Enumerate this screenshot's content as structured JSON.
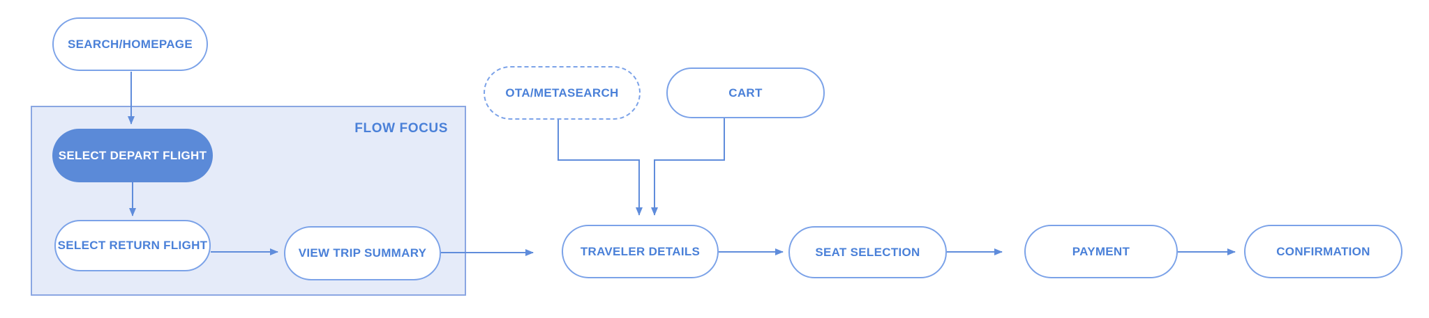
{
  "diagram": {
    "focus_region": {
      "label": "FLOW FOCUS"
    },
    "nodes": [
      {
        "id": "search-homepage",
        "label": "SEARCH/HOMEPAGE",
        "style": "outline"
      },
      {
        "id": "select-depart-flight",
        "label": "SELECT DEPART FLIGHT",
        "style": "filled"
      },
      {
        "id": "select-return-flight",
        "label": "SELECT RETURN FLIGHT",
        "style": "outline"
      },
      {
        "id": "view-trip-summary",
        "label": "VIEW TRIP SUMMARY",
        "style": "outline"
      },
      {
        "id": "ota-metasearch",
        "label": "OTA/METASEARCH",
        "style": "dashed"
      },
      {
        "id": "cart",
        "label": "CART",
        "style": "outline"
      },
      {
        "id": "traveler-details",
        "label": "TRAVELER DETAILS",
        "style": "outline"
      },
      {
        "id": "seat-selection",
        "label": "SEAT SELECTION",
        "style": "outline"
      },
      {
        "id": "payment",
        "label": "PAYMENT",
        "style": "outline"
      },
      {
        "id": "confirmation",
        "label": "CONFIRMATION",
        "style": "outline"
      }
    ],
    "edges": [
      {
        "from": "search-homepage",
        "to": "select-depart-flight"
      },
      {
        "from": "select-depart-flight",
        "to": "select-return-flight"
      },
      {
        "from": "select-return-flight",
        "to": "view-trip-summary"
      },
      {
        "from": "view-trip-summary",
        "to": "traveler-details"
      },
      {
        "from": "ota-metasearch",
        "to": "traveler-details"
      },
      {
        "from": "cart",
        "to": "traveler-details"
      },
      {
        "from": "traveler-details",
        "to": "seat-selection"
      },
      {
        "from": "seat-selection",
        "to": "payment"
      },
      {
        "from": "payment",
        "to": "confirmation"
      }
    ],
    "colors": {
      "canvas_bg": "#ffffff",
      "node_border": "#7ba2e8",
      "node_text": "#4a80d8",
      "active_fill": "#5b8ad8",
      "active_text": "#ffffff",
      "focus_fill": "#e5ebf9",
      "focus_border": "#8aa6e2",
      "connector": "#5f8cdb"
    }
  }
}
